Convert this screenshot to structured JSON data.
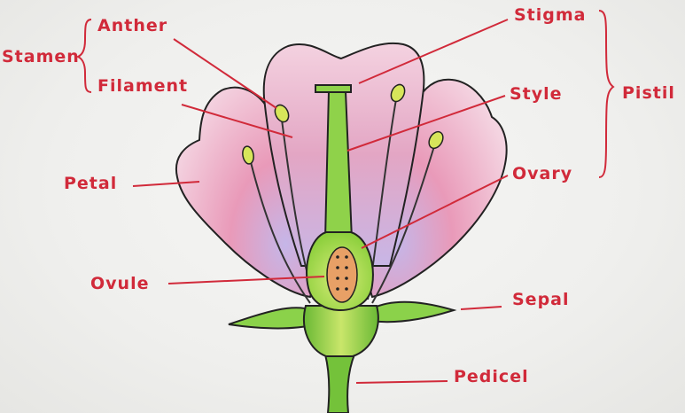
{
  "labels": {
    "stamen": "Stamen",
    "anther": "Anther",
    "filament": "Filament",
    "petal": "Petal",
    "ovule": "Ovule",
    "stigma": "Stigma",
    "style": "Style",
    "ovary": "Ovary",
    "pistil": "Pistil",
    "sepal": "Sepal",
    "pedicel": "Pedicel"
  },
  "colors": {
    "label": "#d12a3a",
    "petal_pink": "#e48fb0",
    "petal_lavender": "#c7b6e6",
    "green": "#7cc93a",
    "ovary_fill": "#a8d860",
    "ovule_fill": "#e8a066",
    "anther": "#d7e65a"
  }
}
